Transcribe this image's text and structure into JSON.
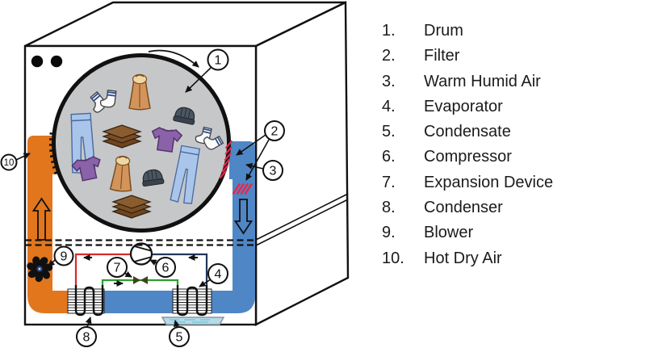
{
  "legend": {
    "items": [
      {
        "num": "1.",
        "label": "Drum"
      },
      {
        "num": "2.",
        "label": "Filter"
      },
      {
        "num": "3.",
        "label": "Warm Humid Air"
      },
      {
        "num": "4.",
        "label": "Evaporator"
      },
      {
        "num": "5.",
        "label": "Condensate"
      },
      {
        "num": "6.",
        "label": "Compressor"
      },
      {
        "num": "7.",
        "label": "Expansion Device"
      },
      {
        "num": "8.",
        "label": "Condenser"
      },
      {
        "num": "9.",
        "label": "Blower"
      },
      {
        "num": "10.",
        "label": "Hot Dry Air"
      }
    ]
  },
  "callouts": {
    "labels": [
      "1",
      "2",
      "3",
      "4",
      "5",
      "6",
      "7",
      "8",
      "9",
      "10"
    ]
  },
  "drum": {
    "contents": [
      "coat",
      "jeans",
      "t-shirt",
      "socks",
      "beanie",
      "towels"
    ],
    "rotation": "clockwise"
  },
  "colors": {
    "hot_dry_air": "#e2761c",
    "warm_humid_air": "#4f86c6",
    "drum_fill": "#c6c7c9",
    "refrigerant_discharge_line": "#d92b2b",
    "refrigerant_liquid_line": "#2e9e2e",
    "refrigerant_suction_line": "#24365c",
    "filter_marks": "#e8254a",
    "condensate_tray": "#b5dbe6"
  }
}
